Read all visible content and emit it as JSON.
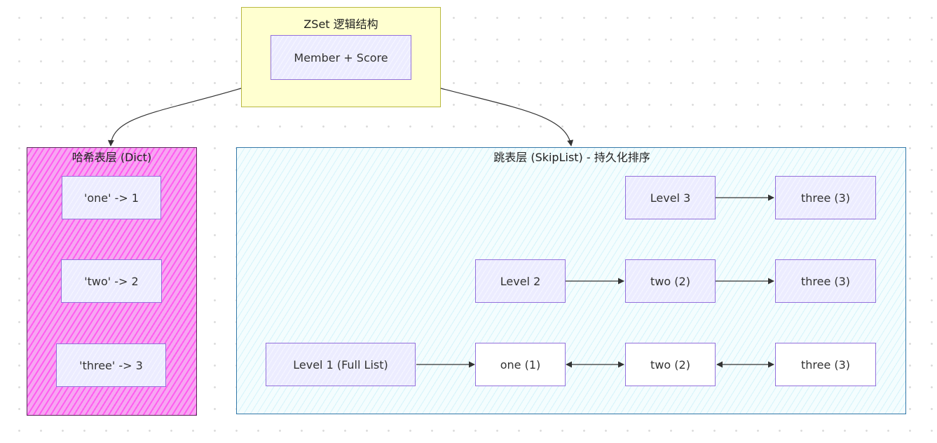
{
  "clusters": {
    "zset": "ZSet 逻辑结构",
    "dict": "哈希表层 (Dict)",
    "skip": "跳表层 (SkipList) - 持久化排序"
  },
  "nodes": {
    "member_score": "Member + Score",
    "dict_one": "'one' -> 1",
    "dict_two": "'two' -> 2",
    "dict_three": "'three' -> 3",
    "level3": "Level 3",
    "level3_three": "three (3)",
    "level2": "Level 2",
    "level2_two": "two (2)",
    "level2_three": "three (3)",
    "level1": "Level 1 (Full List)",
    "level1_one": "one (1)",
    "level1_two": "two (2)",
    "level1_three": "three (3)"
  },
  "colors": {
    "node_fill": "#ececff",
    "node_border": "#9370db",
    "zset_fill": "#ffffd0",
    "dict_fill": "#ff5cf0",
    "skip_border": "#3478a8",
    "edge": "#333333"
  }
}
